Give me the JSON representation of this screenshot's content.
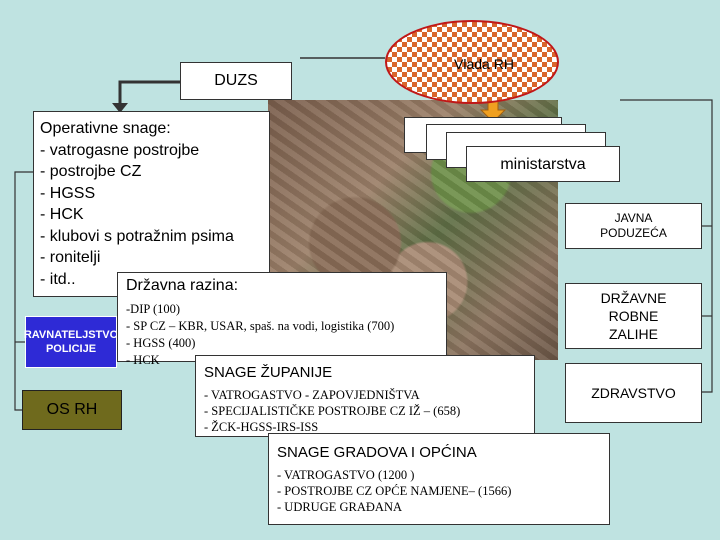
{
  "vlada": {
    "label": "Vlada RH"
  },
  "duzs": {
    "label": "DUZS"
  },
  "operativne": {
    "title": "Operativne snage:",
    "items": [
      "- vatrogasne postrojbe",
      "- postrojbe CZ",
      "- HGSS",
      "- HCK",
      "- klubovi s potražnim psima",
      "- ronitelji",
      "- itd.."
    ]
  },
  "ministarstva": {
    "label": "ministarstva"
  },
  "javna": {
    "line1": "JAVNA",
    "line2": "PODUZEĆA"
  },
  "drzavne_zalihe": {
    "line1": "DRŽAVNE",
    "line2": "ROBNE",
    "line3": "ZALIHE"
  },
  "zdravstvo": {
    "label": "ZDRAVSTVO"
  },
  "policija": {
    "line1": "RAVNATELJSTVO",
    "line2": "POLICIJE"
  },
  "osrh": {
    "label": "OS RH"
  },
  "drzavna_razina": {
    "title": "Državna razina:",
    "lines": [
      "-DIP (100)",
      "- SP CZ – KBR, USAR, spaš. na vodi, logistika (700)",
      "- HGSS (400)",
      "- HCK"
    ]
  },
  "zupanije": {
    "title": "SNAGE ŽUPANIJE",
    "lines": [
      "- VATROGASTVO - ZAPOVJEDNIŠTVA",
      "- SPECIJALISTIČKE POSTROJBE CZ IŽ – (658)",
      "- ŽCK-HGSS-IRS-ISS"
    ]
  },
  "gradovi": {
    "title": "SNAGE GRADOVA I OPĆINA",
    "lines": [
      "- VATROGASTVO (1200 )",
      "- POSTROJBE CZ OPĆE NAMJENE– (1566)",
      "- UDRUGE GRAĐANA"
    ]
  },
  "colors": {
    "background": "#bfe3e1",
    "vlada_border": "#c01818",
    "vlada_pattern": "#d9662c",
    "arrow": "#f0a020",
    "policija": "#2e2ad6",
    "osrh": "#6f6a1d"
  }
}
